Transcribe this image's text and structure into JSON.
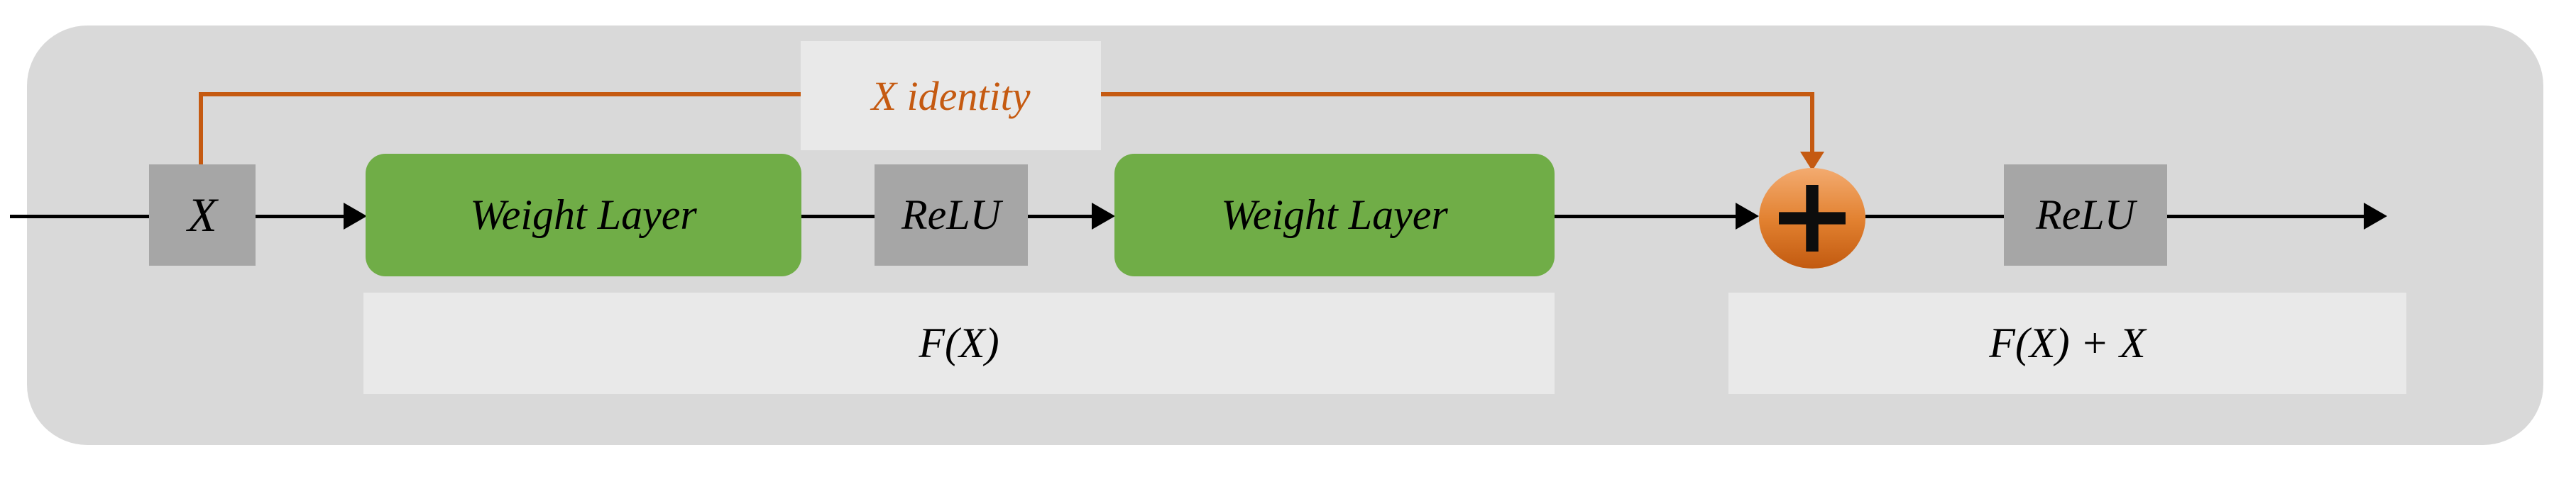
{
  "diagram": {
    "type": "residual-block",
    "nodes": {
      "input": {
        "label": "X"
      },
      "weight_layer_1": {
        "label": "Weight Layer"
      },
      "relu_1": {
        "label": "ReLU"
      },
      "weight_layer_2": {
        "label": "Weight Layer"
      },
      "sum": {
        "label": "+"
      },
      "relu_2": {
        "label": "ReLU"
      }
    },
    "skip": {
      "label": "X identity"
    },
    "captions": {
      "residual": "F(X)",
      "output": "F(X) + X"
    },
    "colors": {
      "panel": "#d9d9d9",
      "box_gray": "#a6a6a6",
      "box_green": "#70ad47",
      "accent_orange": "#c55a11",
      "label_bar": "#e9e9e9",
      "line": "#000000"
    }
  }
}
